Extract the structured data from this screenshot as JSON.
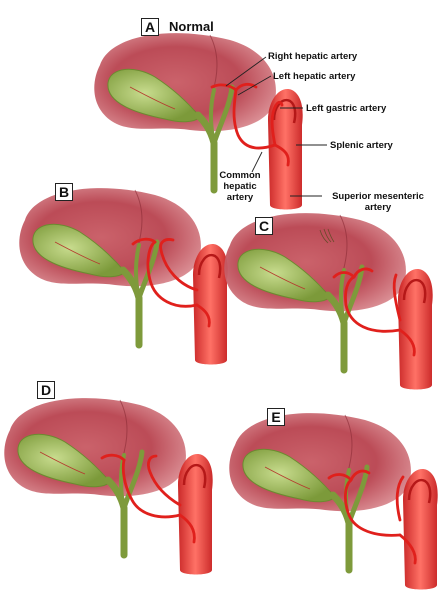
{
  "panels": {
    "a": {
      "letter": "A",
      "title": "Normal"
    },
    "b": {
      "letter": "B"
    },
    "c": {
      "letter": "C"
    },
    "d": {
      "letter": "D"
    },
    "e": {
      "letter": "E"
    }
  },
  "labels": {
    "right_hepatic": "Right hepatic artery",
    "left_hepatic": "Left hepatic artery",
    "left_gastric": "Left gastric artery",
    "splenic": "Splenic artery",
    "common_hepatic": [
      "Common",
      "hepatic",
      "artery"
    ],
    "superior_mesenteric": [
      "Superior mesenteric",
      "artery"
    ]
  },
  "colors": {
    "liver": "#b8424e",
    "gallbladder": "#8fb04a",
    "artery": "#e0201c",
    "aorta": "#e84a44"
  }
}
